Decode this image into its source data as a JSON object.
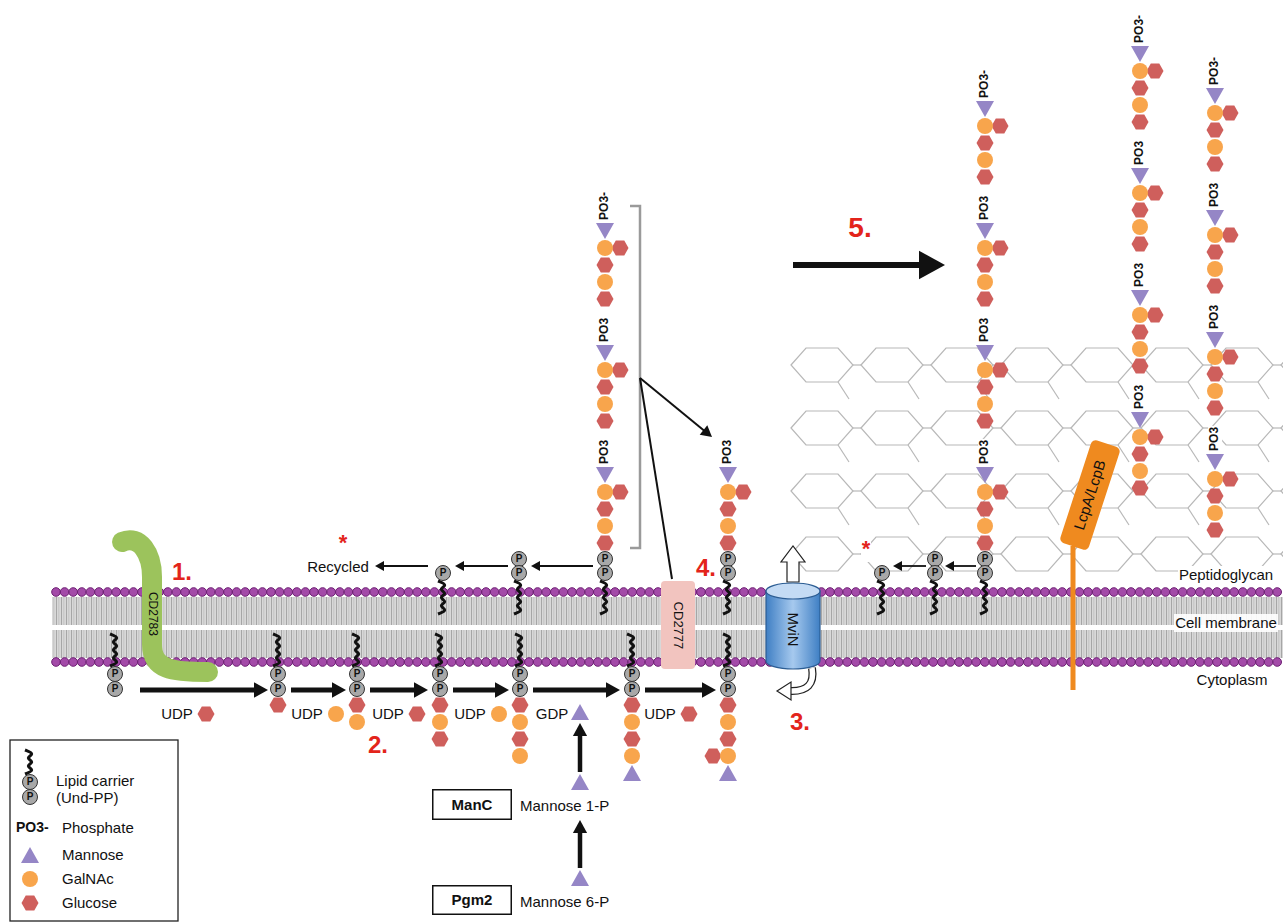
{
  "diagram": {
    "nodes": [
      {
        "text": [
          "CD2783"
        ]
      },
      {
        "text": [
          "CD2777"
        ]
      },
      {
        "text": [
          "MviN"
        ]
      },
      {
        "text": [
          "LcpA/LcpB"
        ]
      },
      {
        "text": [
          "ManC"
        ]
      },
      {
        "text": [
          "Pgm2"
        ]
      }
    ],
    "labels": [
      "1.",
      "2.",
      "3.",
      "4.",
      "5.",
      "*",
      "Recycled",
      "*",
      "UDP",
      "UDP",
      "UDP",
      "UDP",
      "GDP",
      "UDP",
      "Mannose 1-P",
      "Mannose 6-P",
      "Peptidoglycan",
      "Cell membrane",
      "Cytoplasm",
      "PO3-",
      "PO3",
      "PO3",
      "PO3",
      "PO3-",
      "PO3",
      "PO3",
      "PO3",
      "PO3-",
      "PO3",
      "PO3",
      "PO3",
      "PO3-",
      "PO3",
      "PO3",
      "PO3",
      "PO3-",
      "P",
      "P",
      "P",
      "P",
      "P",
      "P",
      "P",
      "P",
      "P",
      "P",
      "P",
      "P",
      "P",
      "P",
      "P",
      "P",
      "P",
      "P",
      "P",
      "P",
      "P",
      "P",
      "P",
      "P",
      "P",
      "P",
      "P",
      "P"
    ],
    "legend": [
      {
        "text": "Lipid carrier (Und-PP)"
      },
      {
        "text": "Phosphate"
      },
      {
        "text": "Mannose",
        "color": "#9586c6"
      },
      {
        "text": "GalNAc",
        "color": "#f8a54c"
      },
      {
        "text": "Glucose",
        "color": "#cf5f5c"
      }
    ]
  }
}
